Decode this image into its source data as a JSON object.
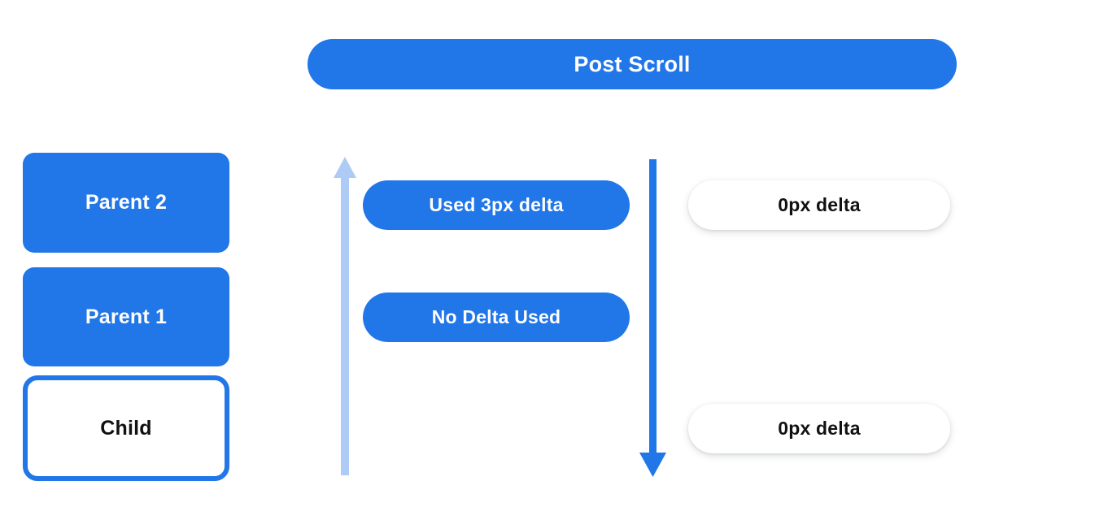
{
  "header": {
    "title": "Post Scroll"
  },
  "colors": {
    "accent_blue": "#2176e8",
    "light_blue_arrow": "#aecbf5",
    "text_on_blue": "#ffffff",
    "text_dark": "#111111",
    "background": "#ffffff"
  },
  "node_stack": {
    "items": [
      {
        "label": "Parent 2",
        "style": "filled"
      },
      {
        "label": "Parent 1",
        "style": "filled"
      },
      {
        "label": "Child",
        "style": "outlined"
      }
    ]
  },
  "arrows": [
    {
      "name": "scroll-consumption-arrow-up",
      "direction": "up",
      "color": "#aecbf5"
    },
    {
      "name": "scroll-propagation-arrow-down",
      "direction": "down",
      "color": "#2176e8"
    }
  ],
  "consumed_column": {
    "pills": [
      {
        "label": "Used 3px delta"
      },
      {
        "label": "No Delta Used"
      }
    ]
  },
  "remaining_column": {
    "pills": [
      {
        "label": "0px delta"
      },
      {
        "label": "0px delta"
      }
    ]
  }
}
